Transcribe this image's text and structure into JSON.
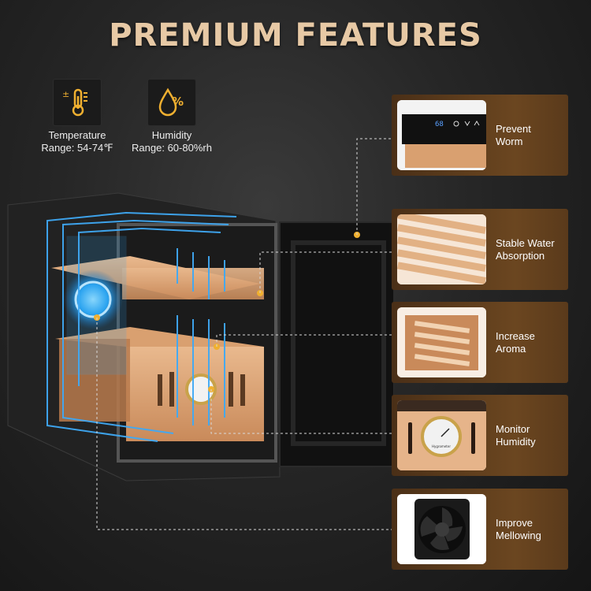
{
  "header": {
    "title": "PREMIUM FEATURES"
  },
  "specs": [
    {
      "icon": "thermometer-icon",
      "line1": "Temperature",
      "line2": "Range: 54-74℉"
    },
    {
      "icon": "humidity-icon",
      "line1": "Humidity",
      "line2": "Range: 60-80%rh"
    }
  ],
  "features": [
    {
      "label": "Prevent\nWorm",
      "thumb": "control-panel",
      "display_value": "68"
    },
    {
      "label": "Stable Water\nAbsorption",
      "thumb": "cedar-shelf"
    },
    {
      "label": "Increase\nAroma",
      "thumb": "cedar-drawer"
    },
    {
      "label": "Monitor\nHumidity",
      "thumb": "hygrometer",
      "gauge_text": "Hygrometer"
    },
    {
      "label": "Improve\nMellowing",
      "thumb": "fan"
    }
  ],
  "colors": {
    "title": "#e7c9a5",
    "card": "#6b4620",
    "accent": "#f0b030",
    "airflow": "#3fa9f5"
  }
}
